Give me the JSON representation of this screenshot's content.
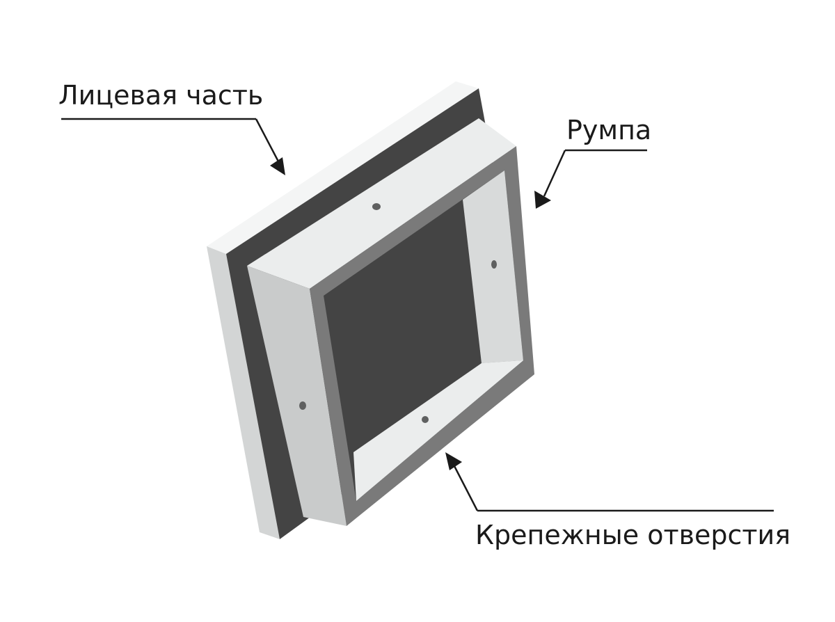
{
  "labels": {
    "face": "Лицевая часть",
    "rumpa": "Румпа",
    "holes": "Крепежные отверстия"
  },
  "colors": {
    "background": "#ffffff",
    "panel_front": "#ebeded",
    "panel_side": "#c9cbcb",
    "panel_top": "#f4f5f5",
    "dark": "#444444",
    "frame_edge": "#7a7a7a",
    "text": "#1a1a1a",
    "hole": "#5f6060"
  }
}
